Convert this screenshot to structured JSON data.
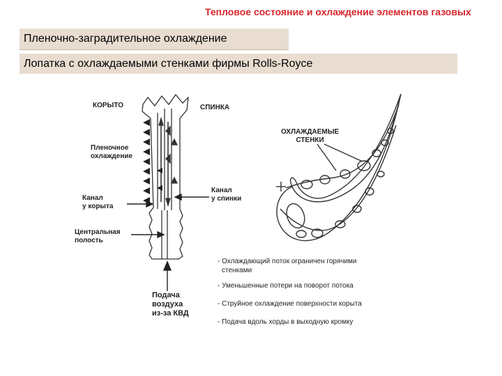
{
  "header": {
    "title": "Тепловое состояние и охлаждение элементов газовых"
  },
  "bars": {
    "primary": "Пленочно-заградительное охлаждение",
    "secondary": "Лопатка с охлаждаемыми стенками фирмы Rolls-Royce"
  },
  "left_diagram": {
    "trough": "КОРЫТО",
    "back": "СПИНКА",
    "film_cooling": [
      "Пленочное",
      "охлаждение"
    ],
    "trough_channel": [
      "Канал",
      "у корыта"
    ],
    "back_channel": [
      "Канал",
      "у спинки"
    ],
    "central_cavity": [
      "Центральная",
      "полость"
    ],
    "air_supply": [
      "Подача",
      "воздуха",
      "из-за КВД"
    ]
  },
  "right_diagram": {
    "cooled_walls": [
      "ОХЛАЖДАЕМЫЕ",
      "СТЕНКИ"
    ]
  },
  "bullets": [
    [
      "- Охлаждающий поток ограничен горячими",
      "  стенками"
    ],
    [
      "- Уменьшенные потери на поворот потока"
    ],
    [
      "- Струйное охлаждение поверхности корыта"
    ],
    [
      "- Подача вдоль хорды в выходную кромку"
    ]
  ],
  "colors": {
    "title": "#d8262b",
    "bar": "#e8ddd0"
  }
}
